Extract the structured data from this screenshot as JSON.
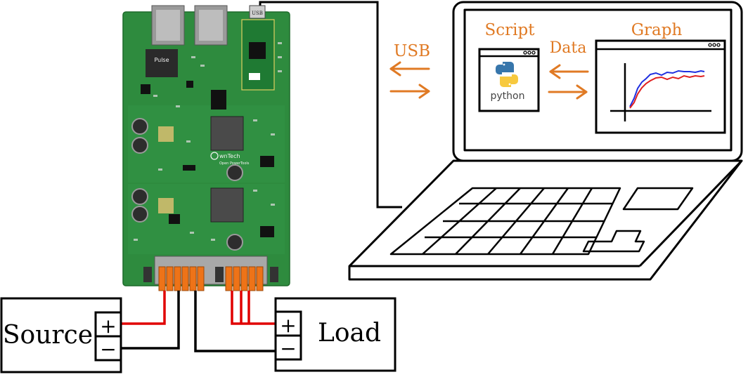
{
  "labels": {
    "usb": "USB",
    "script": "Script",
    "data": "Data",
    "graph": "Graph",
    "python": "python",
    "source": "Source",
    "load": "Load",
    "plus": "+",
    "minus": "−"
  },
  "board": {
    "usb_tag": "USB",
    "brand": "wnTech",
    "brand_sub": "Open PowerTools",
    "pulse": "Pulse"
  },
  "colors": {
    "accent": "#E07A24",
    "wire_positive": "#E00000",
    "wire_negative": "#000000",
    "pcb": "#2E8B3E",
    "graph_series_1": "#1F2FE0",
    "graph_series_2": "#E02020"
  },
  "icons": [
    "python-logo-icon",
    "window-dots-icon",
    "arrow-left-icon",
    "arrow-right-icon"
  ]
}
